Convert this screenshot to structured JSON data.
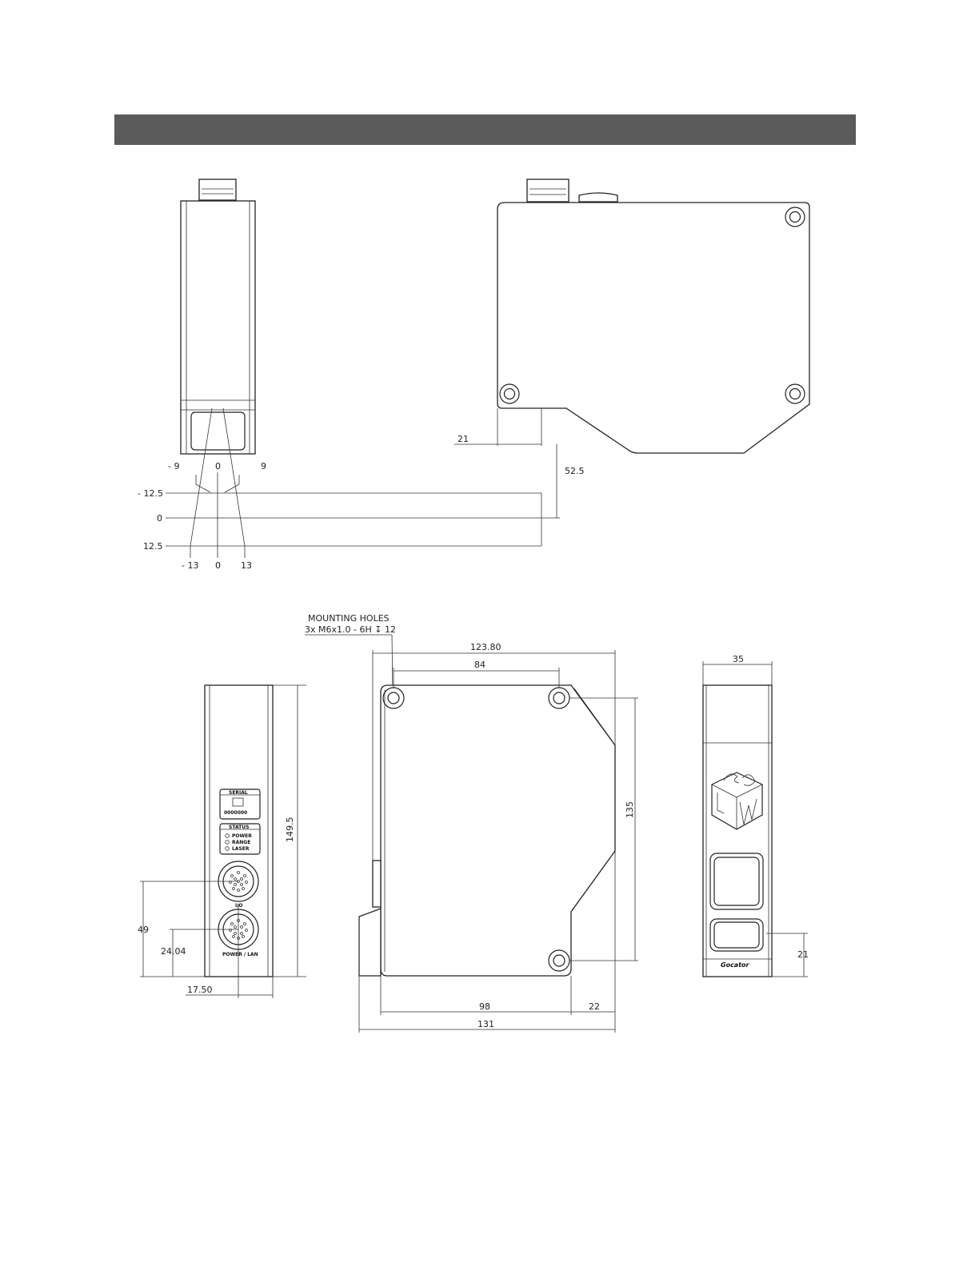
{
  "header": {
    "color": "#5a5a5a"
  },
  "top_section": {
    "range_labels": {
      "top_left": "- 9",
      "top_center": "0",
      "top_right": "9",
      "row_upper": "- 12.5",
      "row_mid": "0",
      "row_lower": "12.5",
      "bottom_left": "- 13",
      "bottom_center": "0",
      "bottom_right": "13"
    },
    "offset_horizontal": "21",
    "offset_vertical": "52.5"
  },
  "bottom_section": {
    "mounting_note_title": "MOUNTING HOLES",
    "mounting_note_spec": "3x M6x1.0 - 6H ↧ 12",
    "side_view": {
      "height": "149.5",
      "io_height": "49",
      "power_height": "24.04",
      "connector_offset": "17.50",
      "serial_label": "SERIAL",
      "serial_number": "0000000",
      "status_label": "STATUS",
      "status_items": [
        "POWER",
        "RANGE",
        "LASER"
      ],
      "io_label": "I/O",
      "power_label": "POWER / LAN"
    },
    "main_view": {
      "overall_width_upper": "123.80",
      "hole_spacing": "84",
      "hole_vertical": "135",
      "bottom_width_98": "98",
      "bottom_width_22": "22",
      "overall_width": "131"
    },
    "front_view": {
      "width": "35",
      "window_height": "21",
      "brand": "Gocator"
    }
  }
}
